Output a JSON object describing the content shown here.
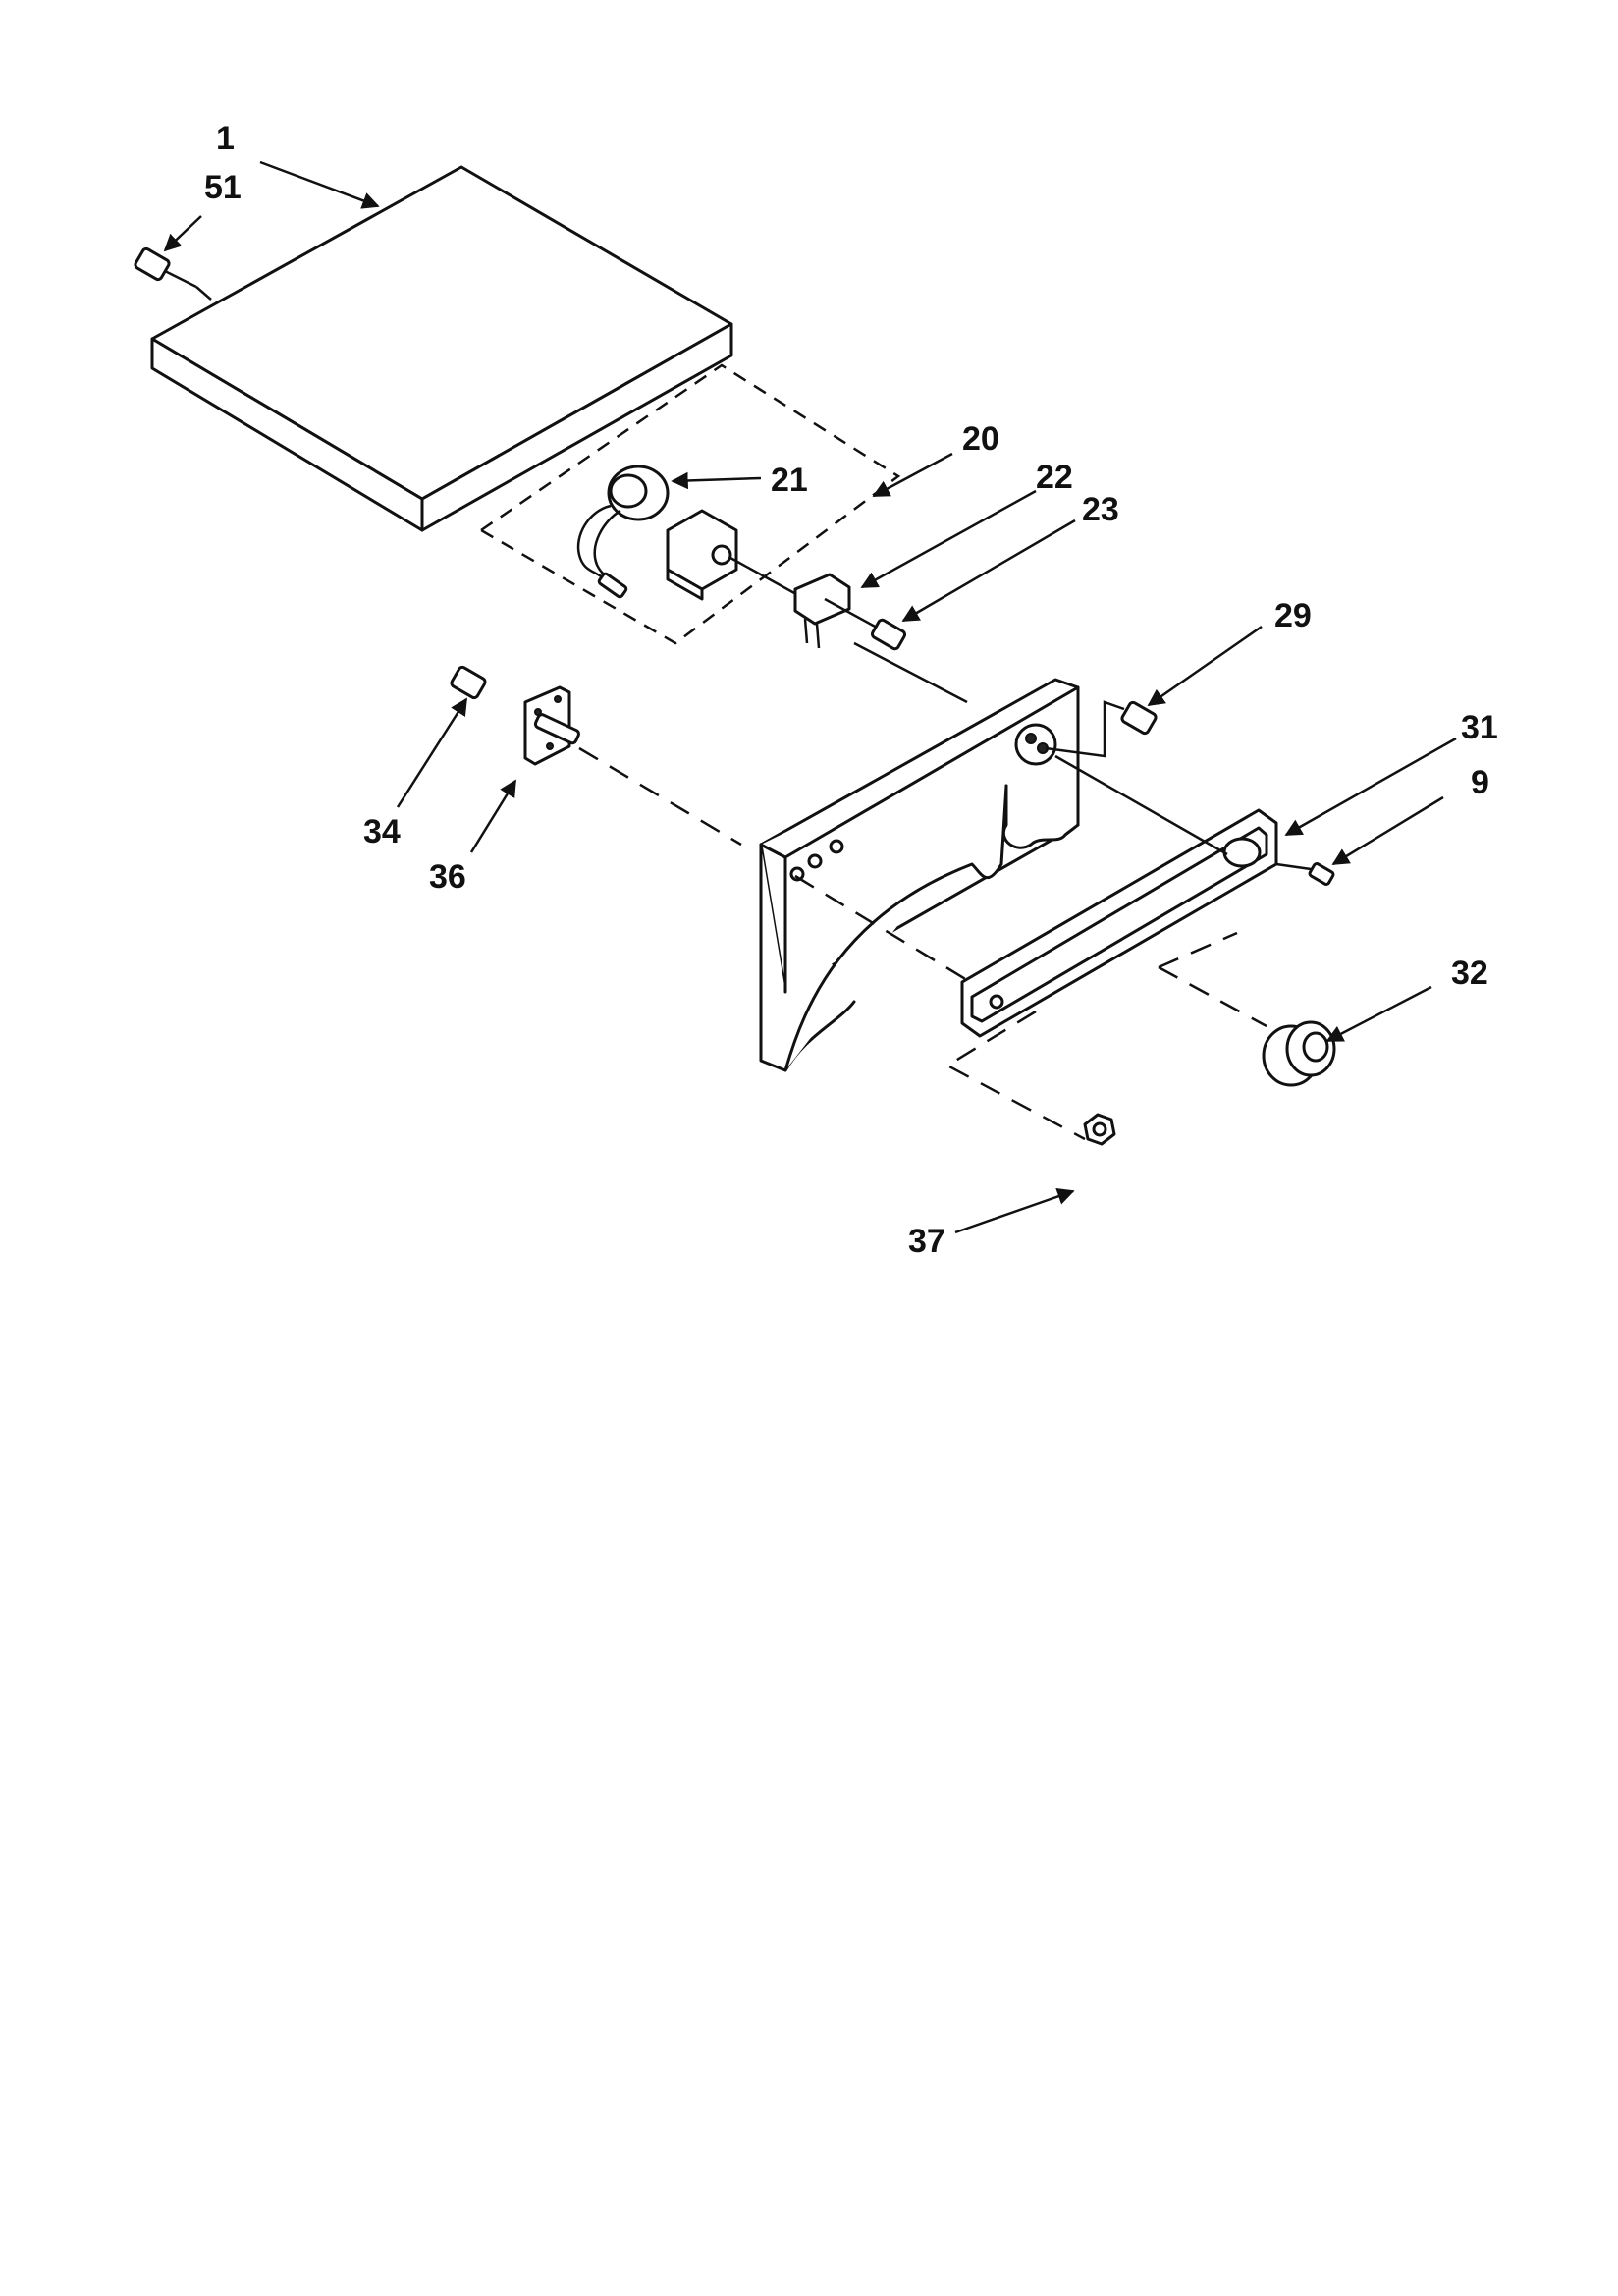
{
  "callouts": {
    "c1": "1",
    "c51": "51",
    "c20": "20",
    "c21": "21",
    "c22": "22",
    "c23": "23",
    "c29": "29",
    "c31": "31",
    "c9": "9",
    "c34": "34",
    "c36": "36",
    "c32": "32",
    "c37": "37"
  },
  "colors": {
    "ink": "#111111",
    "paper": "#ffffff"
  }
}
